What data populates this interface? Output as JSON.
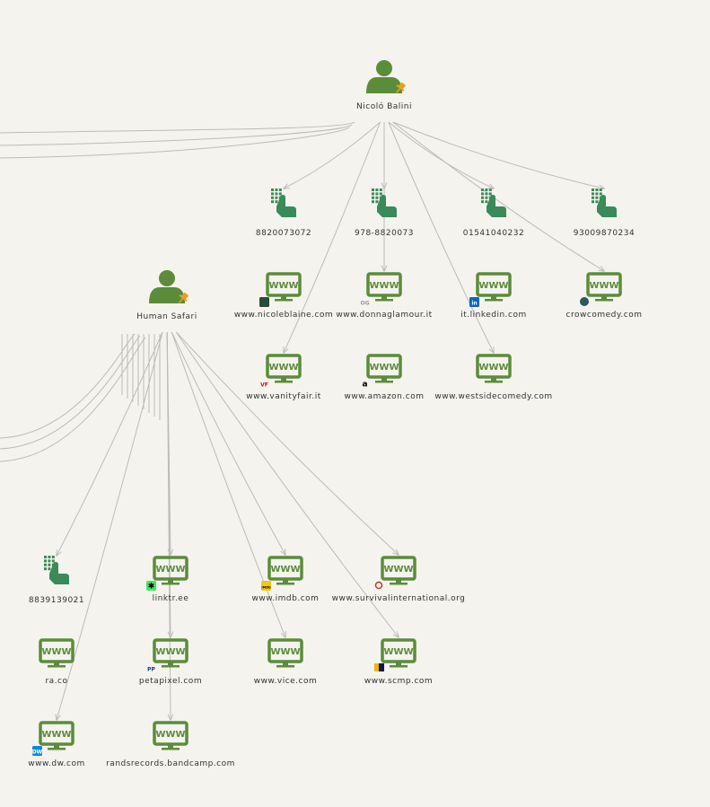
{
  "colors": {
    "background": "#f4f3ee",
    "node_green": "#5b8c3a",
    "phone_green": "#3a8a5a",
    "edge": "#bbbbbb",
    "pin": "#e8a020"
  },
  "persons": [
    {
      "id": "p1",
      "label": "Nicoló Balini",
      "icon": "person-icon"
    },
    {
      "id": "p2",
      "label": "Human Safari",
      "icon": "person-icon"
    }
  ],
  "phones": [
    {
      "id": "ph1",
      "label": "8820073072",
      "icon": "phone-keypad-icon"
    },
    {
      "id": "ph2",
      "label": "978-8820073",
      "icon": "phone-keypad-icon"
    },
    {
      "id": "ph3",
      "label": "01541040232",
      "icon": "phone-keypad-icon"
    },
    {
      "id": "ph4",
      "label": "93009870234",
      "icon": "phone-keypad-icon"
    },
    {
      "id": "ph5",
      "label": "8839139021",
      "icon": "phone-keypad-icon"
    }
  ],
  "websites": [
    {
      "id": "w1",
      "label": "www.nicoleblaine.com",
      "favicon": "nicoleblaine-favicon"
    },
    {
      "id": "w2",
      "label": "www.donnaglamour.it",
      "favicon": "donnaglamour-favicon",
      "favicon_text": "OG"
    },
    {
      "id": "w3",
      "label": "it.linkedin.com",
      "favicon": "linkedin-favicon",
      "favicon_text": "in"
    },
    {
      "id": "w4",
      "label": "crowcomedy.com",
      "favicon": "crowcomedy-favicon"
    },
    {
      "id": "w5",
      "label": "www.vanityfair.it",
      "favicon": "vanityfair-favicon",
      "favicon_text": "VF"
    },
    {
      "id": "w6",
      "label": "www.amazon.com",
      "favicon": "amazon-favicon",
      "favicon_text": "a"
    },
    {
      "id": "w7",
      "label": "www.westsidecomedy.com",
      "favicon": ""
    },
    {
      "id": "w8",
      "label": "linktr.ee",
      "favicon": "linktree-favicon",
      "favicon_text": "✱"
    },
    {
      "id": "w9",
      "label": "www.imdb.com",
      "favicon": "imdb-favicon",
      "favicon_text": "IMDb"
    },
    {
      "id": "w10",
      "label": "www.survivalinternational.org",
      "favicon": "survival-favicon"
    },
    {
      "id": "w11",
      "label": "ra.co",
      "favicon": ""
    },
    {
      "id": "w12",
      "label": "petapixel.com",
      "favicon": "petapixel-favicon",
      "favicon_text": "PP"
    },
    {
      "id": "w13",
      "label": "www.vice.com",
      "favicon": ""
    },
    {
      "id": "w14",
      "label": "www.scmp.com",
      "favicon": "scmp-favicon"
    },
    {
      "id": "w15",
      "label": "www.dw.com",
      "favicon": "dw-favicon",
      "favicon_text": "DW"
    },
    {
      "id": "w16",
      "label": "randsrecords.bandcamp.com",
      "favicon": ""
    }
  ],
  "www_text": "WWW",
  "edges": [
    {
      "from": "p1",
      "to": "ph1"
    },
    {
      "from": "p1",
      "to": "ph2"
    },
    {
      "from": "p1",
      "to": "ph3"
    },
    {
      "from": "p1",
      "to": "ph4"
    },
    {
      "from": "p1",
      "to": "w2"
    },
    {
      "from": "p1",
      "to": "w4"
    },
    {
      "from": "p1",
      "to": "w5"
    },
    {
      "from": "p1",
      "to": "w7"
    },
    {
      "from": "p2",
      "to": "ph5"
    },
    {
      "from": "p2",
      "to": "w8"
    },
    {
      "from": "p2",
      "to": "w9"
    },
    {
      "from": "p2",
      "to": "w10"
    },
    {
      "from": "p2",
      "to": "w12"
    },
    {
      "from": "p2",
      "to": "w13"
    },
    {
      "from": "p2",
      "to": "w14"
    },
    {
      "from": "p2",
      "to": "w15"
    },
    {
      "from": "p2",
      "to": "w16"
    }
  ]
}
